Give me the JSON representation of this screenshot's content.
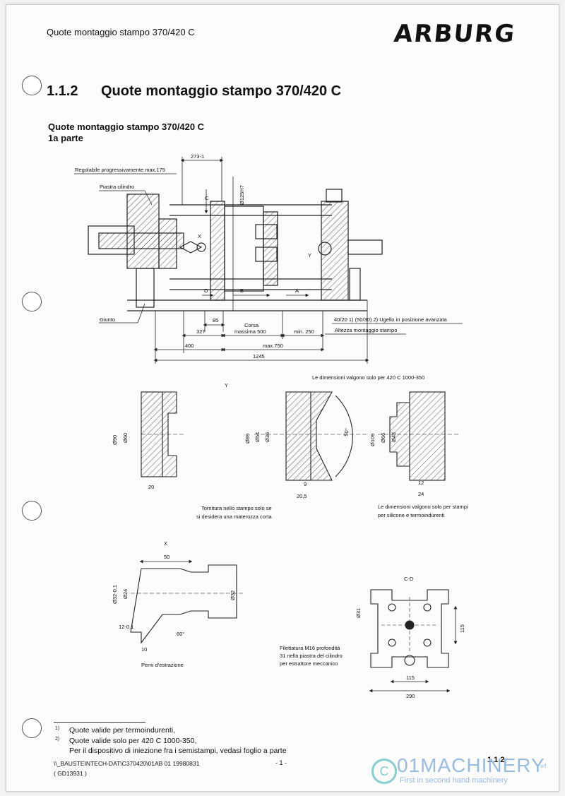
{
  "header": {
    "running_title": "Quote montaggio stampo 370/420 C",
    "logo": "ARBURG"
  },
  "section": {
    "number": "1.1.2",
    "title": "Quote montaggio stampo 370/420 C"
  },
  "subtitle": {
    "line1": "Quote montaggio stampo 370/420 C",
    "line2": "1a parte"
  },
  "drawing_main": {
    "dim_273": "273-1",
    "label_regolabile": "Regolabile progressivamente max.175",
    "label_piastra": "Piastra cilindro",
    "dia_125": "Ø125H7",
    "label_c": "C",
    "label_x": "X",
    "label_y": "Y",
    "label_d": "D",
    "label_b": "B",
    "label_a": "A",
    "label_giunto": "Giunto",
    "dim_85": "85",
    "corsa_1": "Corsa",
    "corsa_2": "massima 500",
    "ugello": "40/20 1) (50/30) 2) Ugello in posizione avanzata",
    "dim_327": "327",
    "min_250": "min. 250",
    "altezza": "Altezza montaggio stampo",
    "dim_400": "400",
    "max_750": "max.750",
    "dim_1245": "1245"
  },
  "detail_y": {
    "title": "Y",
    "note_420": "Le dimensioni valgono solo per 420 C 1000-350",
    "d1_90": "Ø90",
    "d1_60": "Ø60",
    "d1_20": "20",
    "d2_89": "Ø89",
    "d2_54": "Ø54",
    "d2_36": "Ø36",
    "d2_50deg": "50°",
    "d2_9": "9",
    "d2_205": "20,5",
    "d3_109": "Ø109",
    "d3_66": "Ø66",
    "d3_42": "Ø42",
    "d3_12": "12",
    "d3_24": "24",
    "tornitura_1": "Tornitura nello stampo solo se",
    "tornitura_2": "si desidera una materozza corta",
    "silicone_1": "Le dimensioni valgono solo per stampi",
    "silicone_2": "per silicone e termoindurenti"
  },
  "detail_x": {
    "title": "X",
    "dim_50": "50",
    "dia_32_01": "Ø32-0,1",
    "dia_24": "Ø24",
    "dia_32": "Ø32",
    "dim_12": "12-0,1",
    "angle_60": "60°",
    "dim_10": "10",
    "perni": "Perni d'estrazione"
  },
  "detail_cd": {
    "title": "C-D",
    "dia_31": "Ø31",
    "dim_115v": "115",
    "filettatura_1": "Filettatura M16 profondità",
    "filettatura_2": "31 nella piastra del cilindro",
    "filettatura_3": "per estrattore meccanico",
    "dim_115h": "115",
    "dim_290": "290"
  },
  "footnotes": {
    "m1": "1)",
    "n1": "Quote valide per termoindurenti,",
    "m2": "2)",
    "n2": "Quote valide solo per 420 C 1000-350,",
    "n3": "Per il dispositivo di iniezione fra i semistampi, vedasi foglio a parte"
  },
  "footer": {
    "path": "\\\\_BAUSTEINTECH-DAT\\C370420\\01AB  01  19980831",
    "doc_code": "( GD13931 )",
    "page": "- 1 -",
    "section": "1.1.2"
  },
  "watermark": {
    "icon": "C",
    "brand": "01MACHINERY",
    "srl": "srl",
    "tagline": "First in second hand machinery"
  }
}
